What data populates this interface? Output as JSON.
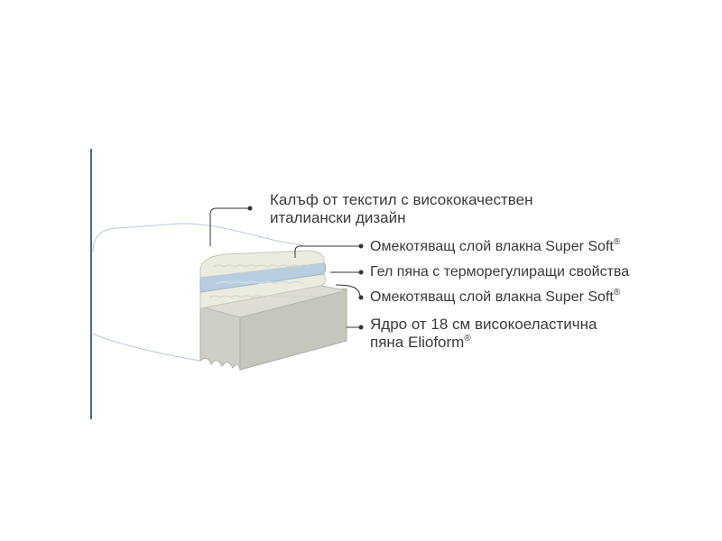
{
  "labels": {
    "cover": {
      "line1": "Калъф от текстил с висококачествен",
      "line2": "италиански дизайн"
    },
    "soft_top": {
      "text": "Омекотяващ слой влакна Super Soft",
      "mark": "®"
    },
    "gel": {
      "text": "Гел пяна с терморегулиращи свойства"
    },
    "soft_bottom": {
      "text": "Омекотяващ слой влакна Super Soft",
      "mark": "®"
    },
    "core": {
      "line1": "Ядро от 18 см високоеластична",
      "line2": "пяна Elioform",
      "mark": "®"
    }
  },
  "colors": {
    "frame_line": "#4a6a8a",
    "outline": "#b8c8e0",
    "leader": "#333333",
    "fiber": "#ecebe0",
    "gel": "#b9cde0",
    "core": "#cfcfc7",
    "core_side": "#dedcd3"
  }
}
